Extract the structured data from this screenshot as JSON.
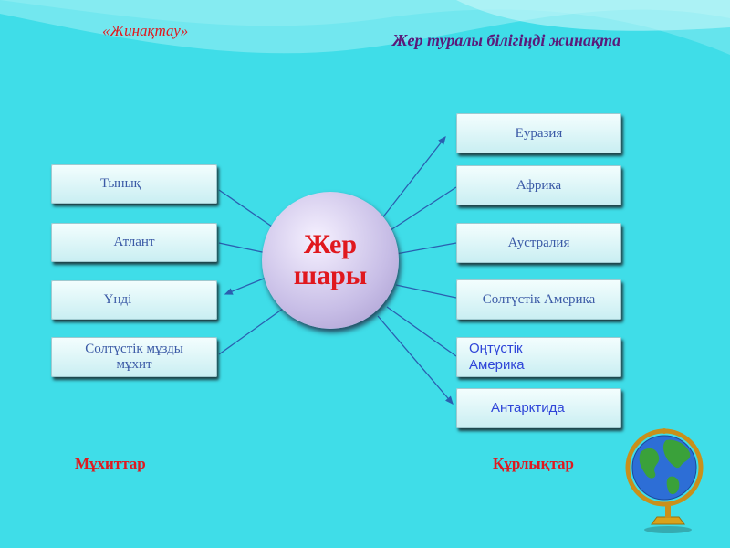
{
  "header": {
    "left_title": "«Жинақтау»",
    "right_title": "Жер туралы  білігіңді жинақта"
  },
  "center": {
    "line1": "Жер",
    "line2": "шары"
  },
  "oceans": {
    "items": [
      {
        "label": "Тынық"
      },
      {
        "label": "Атлант"
      },
      {
        "label": "Үнді"
      },
      {
        "label": "Солтүстік мұзды мұхит"
      }
    ],
    "caption": "Мұхиттар"
  },
  "continents": {
    "items": [
      {
        "label": "Еуразия"
      },
      {
        "label": "Африка"
      },
      {
        "label": "Аустралия"
      },
      {
        "label": "Солтүстік Америка"
      },
      {
        "label": "Оңтүстік Америка"
      },
      {
        "label": "Антарктида"
      }
    ],
    "caption": "Құрлықтар"
  },
  "colors": {
    "background": "#3fdde8",
    "accent_red": "#e0181e",
    "title_purple": "#5a1a7a",
    "box_text": "#3b5aa6",
    "connector": "#2a5fb0"
  },
  "icons": [
    "globe-icon"
  ]
}
